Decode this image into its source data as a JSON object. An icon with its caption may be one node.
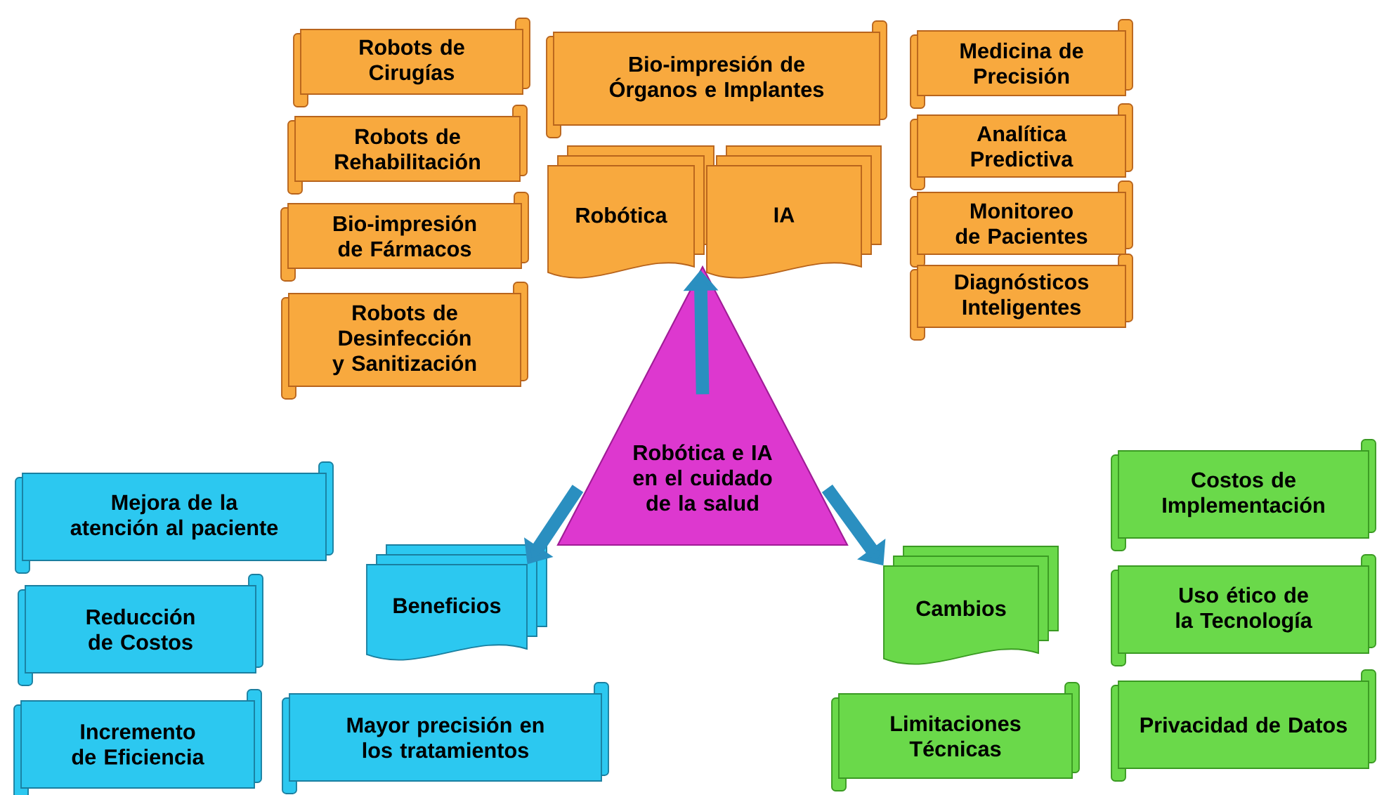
{
  "diagram": {
    "nodes": [
      {
        "text": [
          "Robótica e IA en el cuidado de la salud"
        ]
      },
      {
        "text": [
          "Robótica"
        ]
      },
      {
        "text": [
          "IA"
        ]
      },
      {
        "text": [
          "Beneficios"
        ]
      },
      {
        "text": [
          "Cambios"
        ]
      },
      {
        "text": [
          "Robots de Cirugías"
        ]
      },
      {
        "text": [
          "Robots de Rehabilitación"
        ]
      },
      {
        "text": [
          "Bio-impresión de Fármacos"
        ]
      },
      {
        "text": [
          "Robots de Desinfección y Sanitización"
        ]
      },
      {
        "text": [
          "Bio-impresión de Órganos e Implantes"
        ]
      },
      {
        "text": [
          "Medicina de Precisión"
        ]
      },
      {
        "text": [
          "Analítica Predictiva"
        ]
      },
      {
        "text": [
          "Monitoreo de Pacientes"
        ]
      },
      {
        "text": [
          "Diagnósticos Inteligentes"
        ]
      },
      {
        "text": [
          "Mejora de la atención al paciente"
        ]
      },
      {
        "text": [
          "Reducción de Costos"
        ]
      },
      {
        "text": [
          "Incremento de Eficiencia"
        ]
      },
      {
        "text": [
          "Mayor precisión en los tratamientos"
        ]
      },
      {
        "text": [
          "Costos de Implementación"
        ]
      },
      {
        "text": [
          "Uso ético de la Tecnología"
        ]
      },
      {
        "text": [
          "Privacidad de Datos"
        ]
      },
      {
        "text": [
          "Limitaciones Técnicas"
        ]
      }
    ],
    "edges": [
      {
        "from": 0,
        "to": 1,
        "arrow": "to"
      },
      {
        "from": 0,
        "to": 2,
        "arrow": "to"
      },
      {
        "from": 0,
        "to": 3,
        "arrow": "to"
      },
      {
        "from": 0,
        "to": 4,
        "arrow": "to"
      }
    ]
  }
}
